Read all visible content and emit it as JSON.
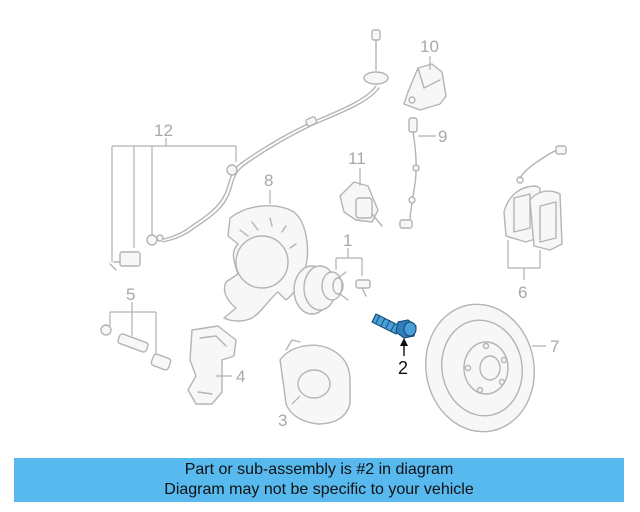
{
  "callouts": [
    "10",
    "12",
    "9",
    "11",
    "8",
    "1",
    "6",
    "5",
    "2",
    "7",
    "4",
    "3"
  ],
  "highlighted_part": "2",
  "banner": {
    "line1": "Part or sub-assembly is #2 in diagram",
    "line2": "Diagram may not be specific to your vehicle"
  },
  "colors": {
    "highlight_part": "#4a9fd8",
    "banner_background": "#57b9ee",
    "ghost_lines": "#b4b4b4"
  }
}
